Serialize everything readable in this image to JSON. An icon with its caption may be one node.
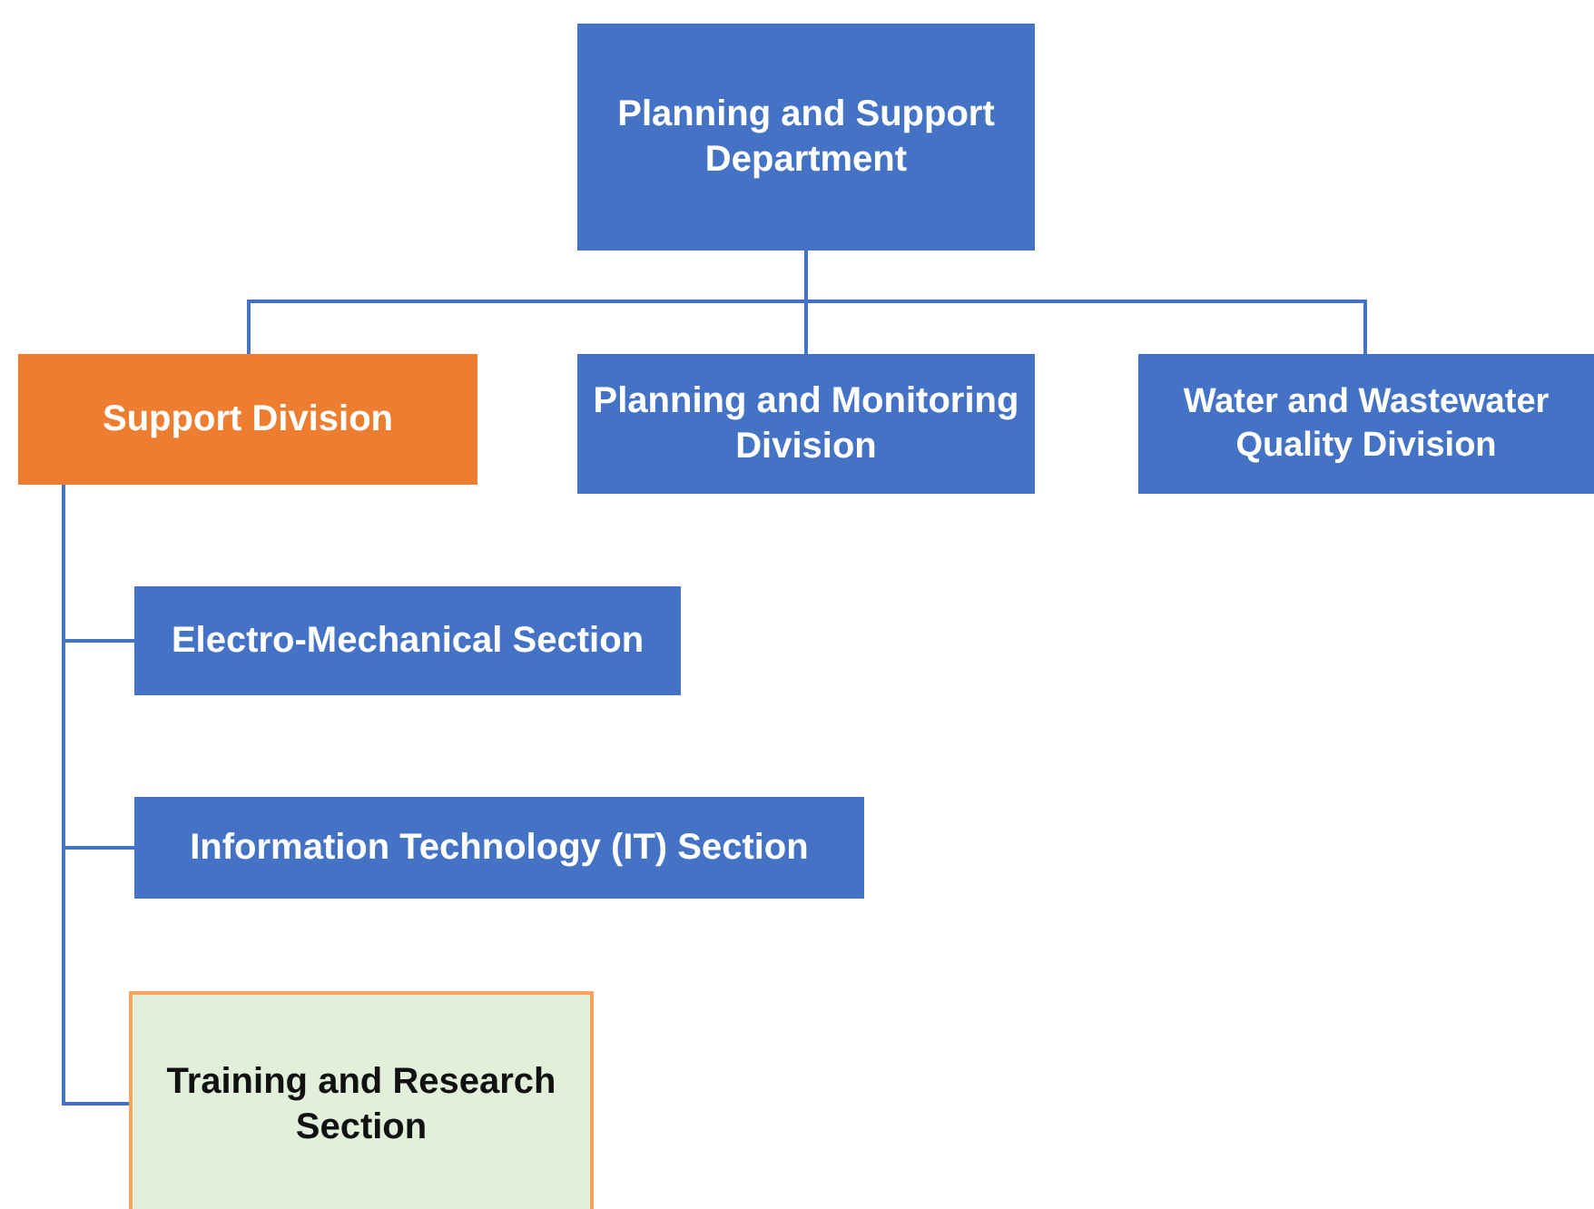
{
  "diagram": {
    "nodes": [
      {
        "text": [
          "Planning and Support Department"
        ]
      },
      {
        "text": [
          "Support Division"
        ]
      },
      {
        "text": [
          "Planning and Monitoring Division"
        ]
      },
      {
        "text": [
          "Water and Wastewater Quality Division"
        ]
      },
      {
        "text": [
          "Electro-Mechanical Section"
        ]
      },
      {
        "text": [
          "Information Technology (IT) Section"
        ]
      },
      {
        "text": [
          "Training and Research Section"
        ]
      }
    ],
    "edges": [
      {
        "from": 0,
        "to": 1,
        "arrow": "none"
      },
      {
        "from": 0,
        "to": 2,
        "arrow": "none"
      },
      {
        "from": 0,
        "to": 3,
        "arrow": "none"
      },
      {
        "from": 1,
        "to": 4,
        "arrow": "none"
      },
      {
        "from": 1,
        "to": 5,
        "arrow": "none"
      },
      {
        "from": 1,
        "to": 6,
        "arrow": "none"
      }
    ]
  }
}
